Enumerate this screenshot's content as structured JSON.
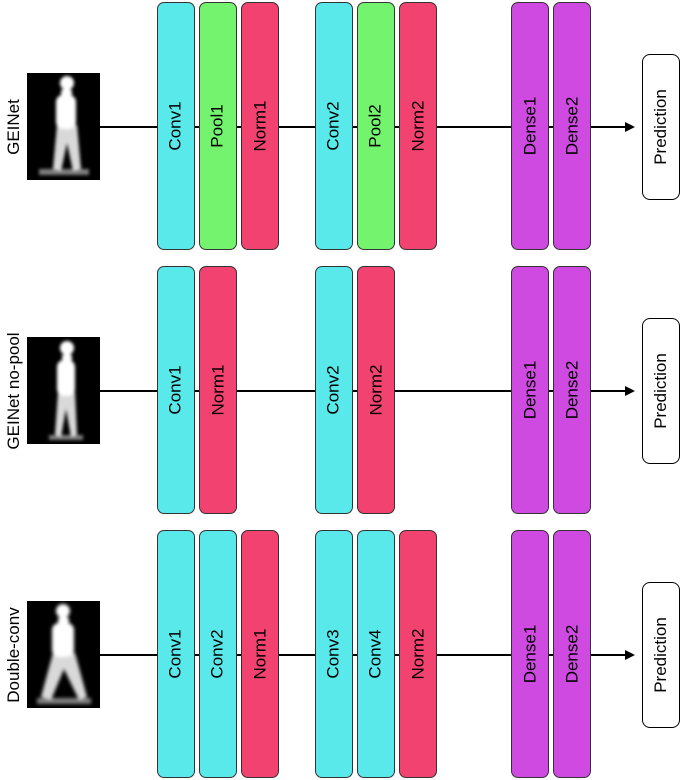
{
  "colors": {
    "conv": "#5ae9ea",
    "pool": "#73f36e",
    "norm": "#f14270",
    "dense": "#cf4ae0"
  },
  "rows": [
    {
      "label": "GEINet",
      "layers": [
        {
          "label": "Conv1",
          "kind": "conv"
        },
        {
          "label": "Pool1",
          "kind": "pool"
        },
        {
          "label": "Norm1",
          "kind": "norm"
        },
        {
          "label": "Conv2",
          "kind": "conv"
        },
        {
          "label": "Pool2",
          "kind": "pool"
        },
        {
          "label": "Norm2",
          "kind": "norm"
        },
        {
          "label": "Dense1",
          "kind": "dense"
        },
        {
          "label": "Dense2",
          "kind": "dense"
        }
      ],
      "output": "Prediction"
    },
    {
      "label": "GEINet no-pool",
      "layers": [
        {
          "label": "Conv1",
          "kind": "conv"
        },
        {
          "label": "Norm1",
          "kind": "norm"
        },
        {
          "label": "Conv2",
          "kind": "conv"
        },
        {
          "label": "Norm2",
          "kind": "norm"
        },
        {
          "label": "Dense1",
          "kind": "dense"
        },
        {
          "label": "Dense2",
          "kind": "dense"
        }
      ],
      "output": "Prediction"
    },
    {
      "label": "Double-conv",
      "layers": [
        {
          "label": "Conv1",
          "kind": "conv"
        },
        {
          "label": "Conv2",
          "kind": "conv"
        },
        {
          "label": "Norm1",
          "kind": "norm"
        },
        {
          "label": "Conv3",
          "kind": "conv"
        },
        {
          "label": "Conv4",
          "kind": "conv"
        },
        {
          "label": "Norm2",
          "kind": "norm"
        },
        {
          "label": "Dense1",
          "kind": "dense"
        },
        {
          "label": "Dense2",
          "kind": "dense"
        }
      ],
      "output": "Prediction"
    }
  ]
}
